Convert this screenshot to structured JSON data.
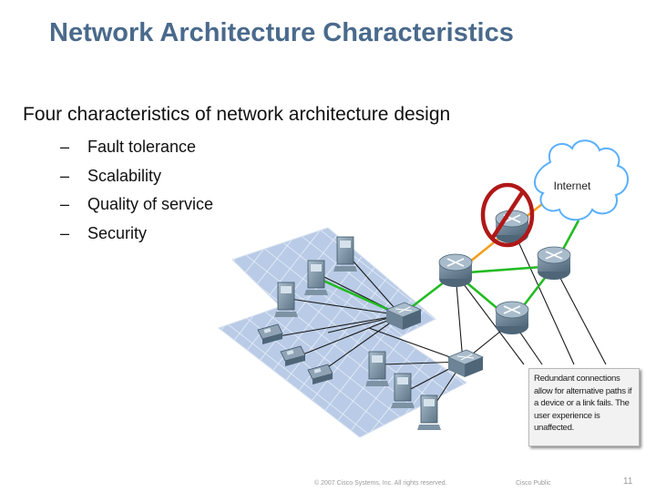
{
  "slide": {
    "title": "Network Architecture Characteristics",
    "subtitle": "Four characteristics of network architecture design",
    "bullets": [
      "Fault tolerance",
      "Scalability",
      "Quality of service",
      "Security"
    ],
    "bullet_marker": "–"
  },
  "diagram": {
    "internet_label": "Internet",
    "callout_text": "Redundant connections allow for alternative paths if a device or a link fails. The user experience is unaffected.",
    "colors": {
      "redundant_link": "#22bb22",
      "failed_link": "#f0a020",
      "failure_symbol": "#b01818",
      "cloud_outline": "#5ab0ff",
      "floor_tile": "#b9cbe6"
    }
  },
  "footer": {
    "copyright": "© 2007 Cisco Systems, Inc. All rights reserved.",
    "classification": "Cisco Public",
    "page_number": "11"
  }
}
